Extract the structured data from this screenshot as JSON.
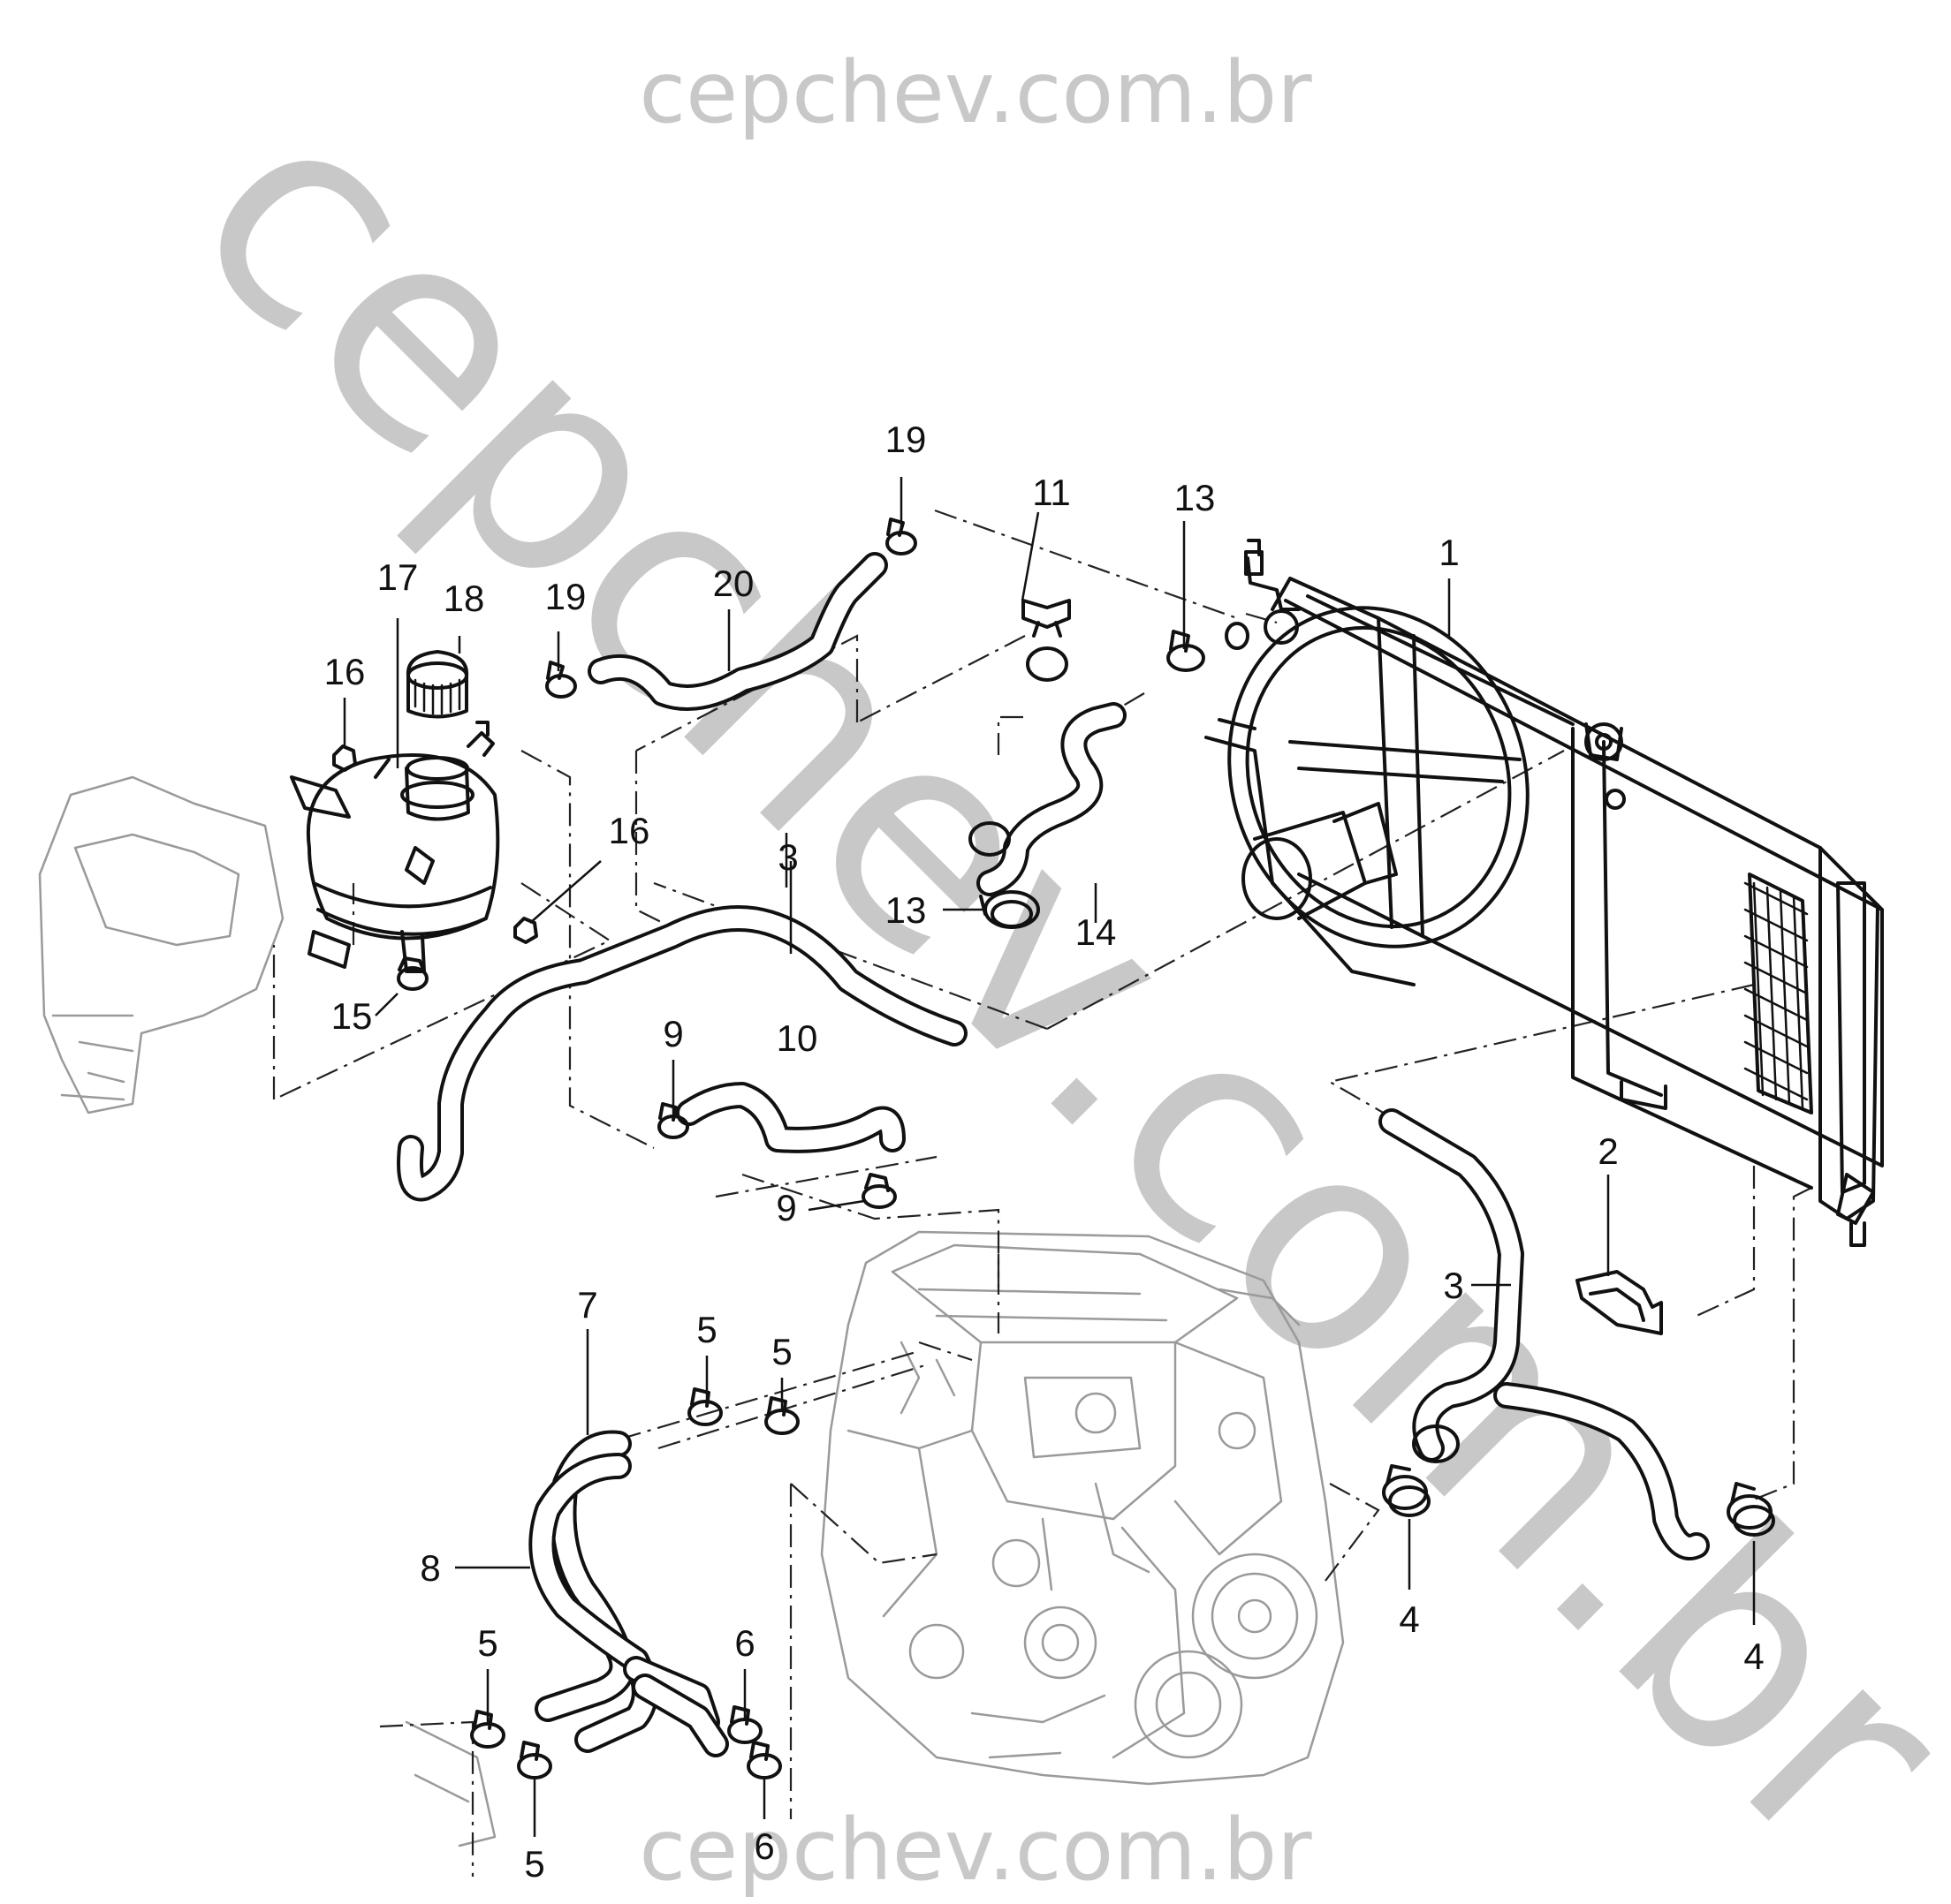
{
  "watermark": {
    "top": "cepchev.com.br",
    "bottom": "cepchev.com.br",
    "diagonal": "cepchev.com.br"
  },
  "colors": {
    "ink": "#111111",
    "watermark": "#c8c8c8",
    "engine_line": "#9a9a9a",
    "background": "#ffffff"
  },
  "callouts": {
    "c1": "1",
    "c2": "2",
    "c3a": "3",
    "c3b": "3",
    "c4a": "4",
    "c4b": "4",
    "c5a": "5",
    "c5b": "5",
    "c5c": "5",
    "c5d": "5",
    "c6a": "6",
    "c6b": "6",
    "c7": "7",
    "c8": "8",
    "c9a": "9",
    "c9b": "9",
    "c10": "10",
    "c11": "11",
    "c13a": "13",
    "c13b": "13",
    "c14": "14",
    "c15": "15",
    "c16a": "16",
    "c16b": "16",
    "c17": "17",
    "c18": "18",
    "c19a": "19",
    "c19b": "19",
    "c20": "20"
  }
}
